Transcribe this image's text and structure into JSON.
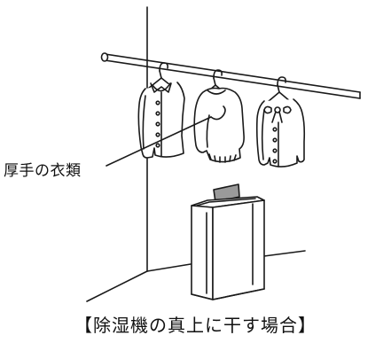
{
  "callout": {
    "label": "厚手の衣類"
  },
  "caption": {
    "text": "【除湿機の真上に干す場合】"
  },
  "illustration": {
    "objects": [
      "room-corner",
      "hanging-rod",
      "shirt",
      "sweater",
      "blouse",
      "dehumidifier"
    ],
    "line_color": "#1a1a1a",
    "fill_color": "#ffffff",
    "accent_gray": "#9a9a9a"
  }
}
